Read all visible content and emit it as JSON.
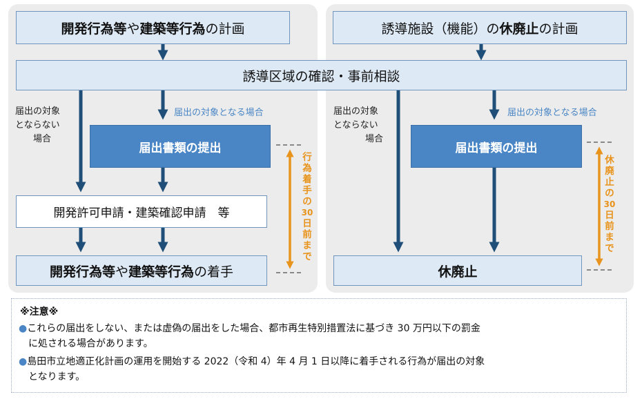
{
  "left_flow": {
    "top_box": {
      "p1": "開発行為等",
      "p2": "や",
      "p3": "建築等行為",
      "p4": "の計画"
    },
    "no_notice_label": [
      "届出の対象",
      "とならない",
      "場合"
    ],
    "notice_label": "届出の対象となる場合",
    "submit_box": "届出書類の提出",
    "permit_box": "開発許可申請・建築確認申請　等",
    "start_box": {
      "p1": "開発行為等",
      "p2": "や",
      "p3": "建築等行為",
      "p4": "の着手"
    },
    "deadline_chars": [
      "行",
      "為",
      "着",
      "手",
      "の",
      "30",
      "日",
      "前",
      "ま",
      "で"
    ]
  },
  "right_flow": {
    "top_box": {
      "p1": "誘導施設（機能）の",
      "p2": "休廃止",
      "p3": "の計画"
    },
    "no_notice_label": [
      "届出の対象",
      "とならない",
      "場合"
    ],
    "notice_label": "届出の対象となる場合",
    "submit_box": "届出書類の提出",
    "end_box": "休廃止",
    "deadline_chars": [
      "休",
      "廃",
      "止",
      "の",
      "30",
      "日",
      "前",
      "ま",
      "で"
    ]
  },
  "shared_box": "誘導区域の確認・事前相談",
  "notes": {
    "title": "※注意※",
    "items": [
      {
        "bullet": "●",
        "line1": "これらの届出をしない、または虚偽の届出をした場合、都市再生特別措置法に基づき 30 万円以下の罰金",
        "line2": "に処される場合があります。"
      },
      {
        "bullet": "●",
        "line1": "島田市立地適正化計画の運用を開始する 2022（令和 4）年 4 月 1 日以降に着手される行為が届出の対象",
        "line2": "となります。"
      }
    ]
  },
  "colors": {
    "panel": "#ececec",
    "arrow": "#1f4e79",
    "orange": "#e8931b",
    "blue_box": "#4a86c5",
    "light_box": "#dde9f5"
  }
}
